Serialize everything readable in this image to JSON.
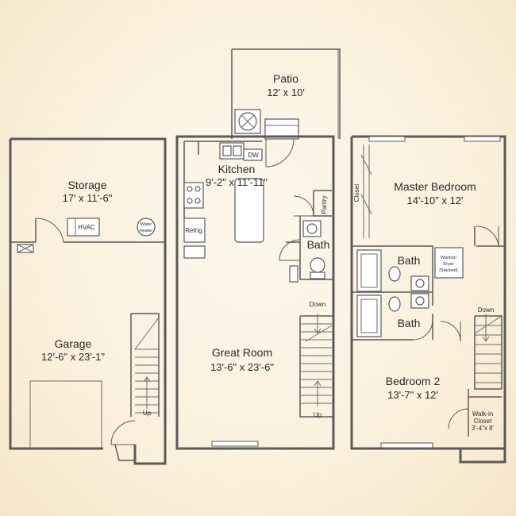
{
  "rooms": {
    "patio": {
      "name": "Patio",
      "dim": "12' x 10'"
    },
    "storage": {
      "name": "Storage",
      "dim": "17' x 11'-6\""
    },
    "garage": {
      "name": "Garage",
      "dim": "12'-6\" x 23'-1\""
    },
    "kitchen": {
      "name": "Kitchen",
      "dim": "9'-2\" x 11'-11\""
    },
    "great_room": {
      "name": "Great Room",
      "dim": "13'-6\" x 23'-6\""
    },
    "master_bedroom": {
      "name": "Master Bedroom",
      "dim": "14'-10\" x 12'"
    },
    "bedroom2": {
      "name": "Bedroom 2",
      "dim": "13'-7\" x 12'"
    },
    "walkin_closet": {
      "name_line1": "Walk-in",
      "name_line2": "Closet",
      "dim": "3'-4\"x 8'"
    }
  },
  "labels": {
    "hvac": "HVAC",
    "water_heater_1": "Water",
    "water_heater_2": "Heater",
    "dw": "DW",
    "pantry": "Pantry",
    "refrig": "Refrig.",
    "bath": "Bath",
    "closet": "Closet",
    "washer_dryer_1": "Washer/",
    "washer_dryer_2": "Dryer",
    "washer_dryer_3": "(Stacked)",
    "up": "Up",
    "down": "Down"
  }
}
